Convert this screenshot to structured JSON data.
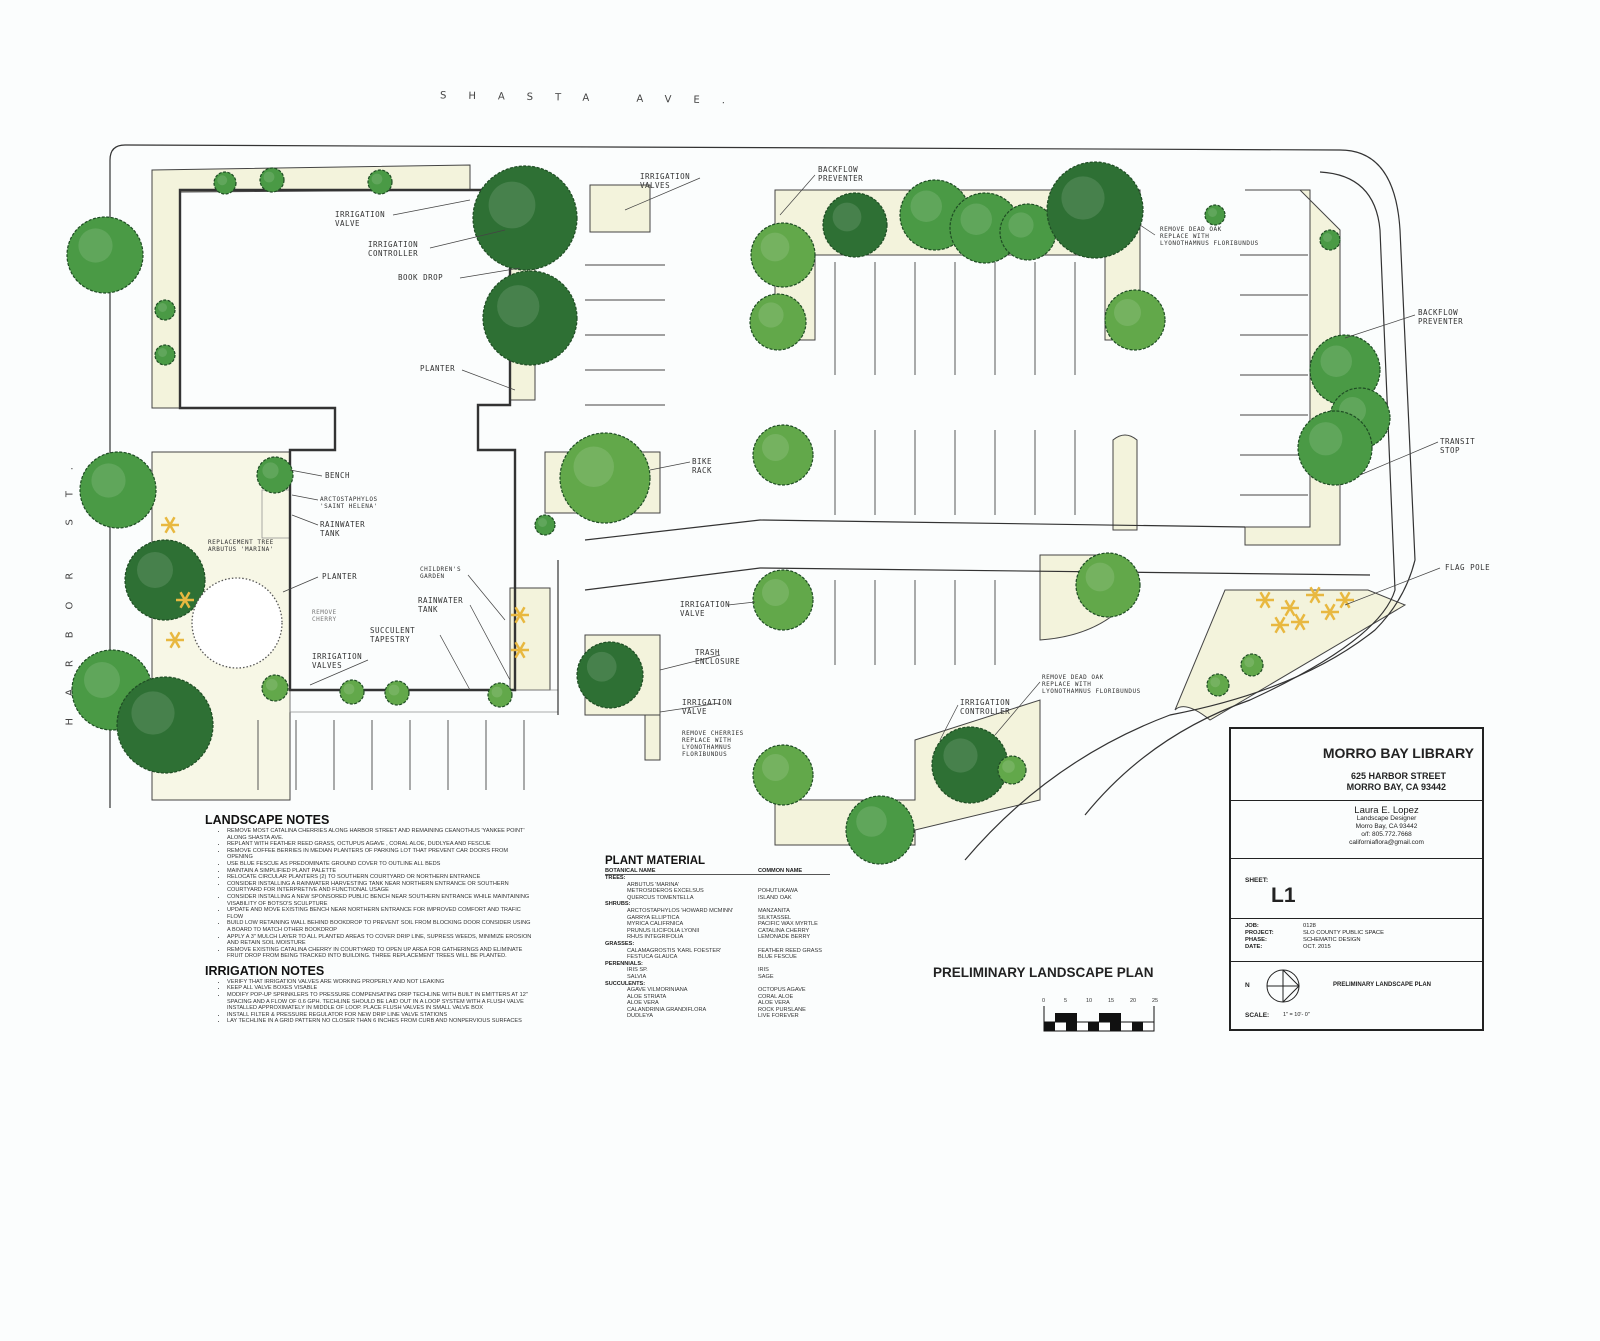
{
  "streets": {
    "north": "SHASTA AVE.",
    "west": "HARBOR ST."
  },
  "plan_labels": {
    "irrigation_valve_1": "IRRIGATION\nVALVE",
    "irrigation_controller_1": "IRRIGATION\nCONTROLLER",
    "book_drop": "BOOK DROP",
    "planter_1": "PLANTER",
    "irrigation_valves_top": "IRRIGATION\nVALVES",
    "backflow_1": "BACKFLOW\nPREVENTER",
    "remove_dead_oak_1": "REMOVE DEAD OAK\nREPLACE WITH\nLYONOTHAMNUS FLORIBUNDUS",
    "backflow_2": "BACKFLOW\nPREVENTER",
    "transit_stop": "TRANSIT\nSTOP",
    "flag_pole": "FLAG POLE",
    "bike_rack": "BIKE\nRACK",
    "bench": "BENCH",
    "arctostaphylos": "ARCTOSTAPHYLOS\n'SAINT HELENA'",
    "rainwater_tank_1": "RAINWATER\nTANK",
    "replacement_tree": "REPLACEMENT TREE\nARBUTUS 'MARINA'",
    "planter_2": "PLANTER",
    "remove_cherry": "REMOVE\nCHERRY",
    "childrens_garden": "CHILDREN'S\nGARDEN",
    "rainwater_tank_2": "RAINWATER\nTANK",
    "succulent_tapestry": "SUCCULENT\nTAPESTRY",
    "irrigation_valves_2": "IRRIGATION\nVALVES",
    "irrigation_valve_3": "IRRIGATION\nVALVE",
    "trash_enclosure": "TRASH\nENCLOSURE",
    "irrigation_valve_4": "IRRIGATION\nVALVE",
    "remove_cherries": "REMOVE CHERRIES\nREPLACE WITH\nLYONOTHAMNUS\nFLORIBUNDUS",
    "irrigation_controller_2": "IRRIGATION\nCONTROLLER",
    "remove_dead_oak_2": "REMOVE DEAD OAK\nREPLACE WITH\nLYONOTHAMNUS FLORIBUNDUS"
  },
  "landscape_notes": {
    "title": "LANDSCAPE NOTES",
    "items": [
      "REMOVE MOST CATALINA CHERRIES ALONG HARBOR STREET AND REMAINING CEANOTHUS 'YANKEE POINT' ALONG SHASTA AVE.",
      "REPLANT WITH FEATHER REED GRASS, OCTUPUS AGAVE , CORAL ALOE, DUDLYEA AND FESCUE",
      "REMOVE COFFEE BERRIES IN MEDIAN PLANTERS OF PARKING LOT THAT PREVENT CAR DOORS FROM OPENING",
      "USE BLUE FESCUE AS PREDOMINATE GROUND COVER TO OUTLINE ALL BEDS",
      "MAINTAIN A SIMPLIFIED PLANT PALETTE",
      "RELOCATE CIRCULAR PLANTERS (2) TO SOUTHERN COURTYARD OR NORTHERN ENTRANCE",
      "CONSIDER INSTALLING A RAINWATER HARVESTING TANK NEAR NORTHERN ENTRANCE OR SOUTHERN COURTYARD FOR INTERPRETIVE AND FUNCTIONAL USAGE",
      "CONSIDER INSTALLING A NEW SPONSORED PUBLIC BENCH NEAR SOUTHERN ENTRANCE WHILE MAINTAINING VISABILITY OF BOTSO'S SCULPTURE",
      "UPDATE AND MOVE EXISTING BENCH NEAR NORTHERN ENTRANCE FOR IMPROVED COMFORT AND TRAFIC FLOW",
      "BUILD LOW RETAINING WALL BEHIND BOOKDROP TO PREVENT SOIL FROM BLOCKING DOOR CONSIDER USING A BOARD TO MATCH OTHER BOOKDROP",
      "APPLY A 3\" MULCH LAYER TO ALL PLANTED AREAS TO COVER DRIP LINE, SUPRESS WEEDS, MINIMIZE EROSION AND RETAIN SOIL MOISTURE",
      "REMOVE EXISTING CATALINA CHERRY IN COURTYARD TO OPEN UP AREA FOR GATHERINGS AND ELIMINATE FRUIT DROP FROM BEING TRACKED INTO BUILDING.  THREE REPLACEMENT TREES WILL BE PLANTED."
    ]
  },
  "irrigation_notes": {
    "title": "IRRIGATION NOTES",
    "items": [
      "VERIFY THAT IRRIGATION VALVES ARE WORKING PROPERLY AND NOT LEAKING",
      "KEEP ALL VALVE BOXES VISABLE",
      "MODIFY POP-UP SPRINKLERS TO PRESSURE COMPENSATING DRIP TECHLINE WITH BUILT IN EMITTERS AT 12\" SPACING AND A FLOW OF 0.6 GPH.  TECHLINE SHOULD BE LAID OUT IN A LOOP SYSTEM WITH A FLUSH VALVE INSTALLED APPROXIMATELY IN MIDDLE OF LOOP. PLACE FLUSH VALVES IN SMALL VALVE BOX",
      "INSTALL FILTER & PRESSURE REGULATOR FOR NEW DRIP LINE VALVE STATIONS",
      "LAY TECHLINE IN A GRID PATTERN NO CLOSER THAN 6 INCHES FROM CURB AND NONPERVIOUS SURFACES"
    ]
  },
  "plant_material": {
    "title": "PLANT MATERIAL",
    "col_botanical": "BOTANICAL NAME",
    "col_common": "COMMON NAME",
    "groups": [
      {
        "name": "TREES:",
        "plants": [
          [
            "ARBUTUS 'MARINA'",
            ""
          ],
          [
            "METROSIDEROS  EXCELSUS",
            "POHUTUKAWA"
          ],
          [
            "QUERCUS TOMENTELLA",
            "ISLAND OAK"
          ]
        ]
      },
      {
        "name": "SHRUBS:",
        "plants": [
          [
            "ARCTOSTAPHYLOS 'HOWARD MCMINN'",
            "MANZANITA"
          ],
          [
            "GARRYA ELLIPTICA",
            "SILKTASSEL"
          ],
          [
            "MYRICA CALIFRNICA",
            "PACIFIC WAX MYRTLE"
          ],
          [
            "PRUNUS ILICIFOLIA LYONII",
            "CATALINA CHERRY"
          ],
          [
            "RHUS INTEGRIFOLIA",
            "LEMONADE BERRY"
          ]
        ]
      },
      {
        "name": "GRASSES:",
        "plants": [
          [
            "CALAMAGROSTIS 'KARL FOESTER'",
            "FEATHER REED GRASS"
          ],
          [
            "FESTUCA GLAUCA",
            "BLUE FESCUE"
          ]
        ]
      },
      {
        "name": "PERENNIALS:",
        "plants": [
          [
            "IRIS SP.",
            "IRIS"
          ],
          [
            "SALVIA",
            "SAGE"
          ]
        ]
      },
      {
        "name": "SUCCULENTS:",
        "plants": [
          [
            "AGAVE VILMORINIANA",
            "OCTOPUS AGAVE"
          ],
          [
            "ALOE STRIATA",
            "CORAL ALOE"
          ],
          [
            "ALOE VERA",
            "ALOE VERA"
          ],
          [
            "CALANDRINIA GRANDIFLORA",
            "ROCK PURSLANE"
          ],
          [
            "DUDLEYA",
            "LIVE FOREVER"
          ]
        ]
      }
    ]
  },
  "plan_title": "PRELIMINARY LANDSCAPE PLAN",
  "scale_bar": {
    "ticks": [
      "0",
      "5",
      "10",
      "15",
      "20",
      "25"
    ]
  },
  "title_block": {
    "project_name": "MORRO BAY LIBRARY",
    "address_1": "625 HARBOR  STREET",
    "address_2": "MORRO BAY, CA 93442",
    "designer_name": "Laura E. Lopez",
    "designer_title": "Landscape Designer",
    "designer_city": "Morro Bay, CA  93442",
    "designer_phone": "o/f: 805.772.7668",
    "designer_email": "californiaflora@gmail.com",
    "sheet_label": "SHEET:",
    "sheet": "L1",
    "job_label": "JOB:",
    "job": "0128",
    "project_label": "PROJECT:",
    "project": "SLO COUNTY PUBLIC SPACE",
    "phase_label": "PHASE:",
    "phase": "SCHEMATIC DESIGN",
    "date_label": "DATE:",
    "date": "OCT. 2015",
    "north_label": "N",
    "drawing_title": "PRELIMINARY LANDSCAPE PLAN",
    "scale_label": "SCALE:",
    "scale": "1\" = 10'- 0\""
  },
  "colors": {
    "tree_dark": "#2e7034",
    "tree_mid": "#4a9a45",
    "tree_light": "#62a84a",
    "bed": "#f3f3dc",
    "flower": "#e8b840",
    "line": "#333333"
  }
}
